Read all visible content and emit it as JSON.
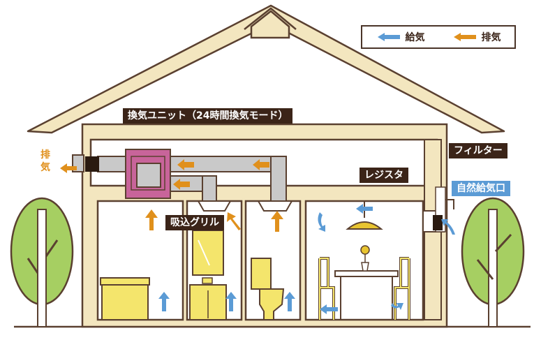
{
  "legend": {
    "supply_label": "給気",
    "exhaust_label": "排気",
    "supply_color": "#5b9bd5",
    "exhaust_color": "#e0901c"
  },
  "labels": {
    "unit": "換気ユニット（24時間換気モード）",
    "filter": "フィルター",
    "register": "レジスタ",
    "natural_inlet": "自然給気口",
    "intake_grille": "吸込グリル",
    "exhaust_outside": "排気"
  },
  "colors": {
    "house_fill": "#f3e6bf",
    "outline": "#5a4030",
    "duct": "#c9c9c9",
    "unit_frame": "#c8649a",
    "tree_foliage": "#a6cf62",
    "furniture_yellow": "#f4e56c",
    "lamp": "#e8c430"
  }
}
